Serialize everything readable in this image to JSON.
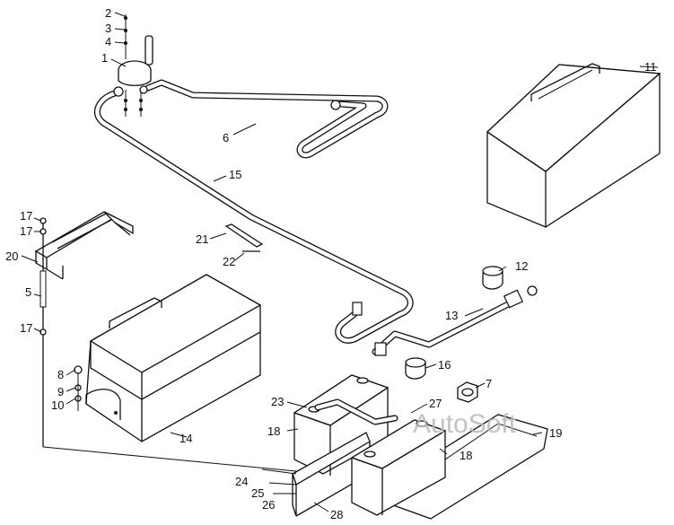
{
  "labels": {
    "l1": "1",
    "l2": "2",
    "l3": "3",
    "l4": "4",
    "l5": "5",
    "l6": "6",
    "l7": "7",
    "l8": "8",
    "l9": "9",
    "l10": "10",
    "l11": "11",
    "l12": "12",
    "l13": "13",
    "l14": "14",
    "l15": "15",
    "l16": "16",
    "l17a": "17",
    "l17b": "17",
    "l17c": "17",
    "l18a": "18",
    "l18b": "18",
    "l19": "19",
    "l20": "20",
    "l21": "21",
    "l22": "22",
    "l23": "23",
    "l24": "24",
    "l25": "25",
    "l26": "26",
    "l27": "27",
    "l28": "28"
  },
  "watermark": "AutoSoft"
}
